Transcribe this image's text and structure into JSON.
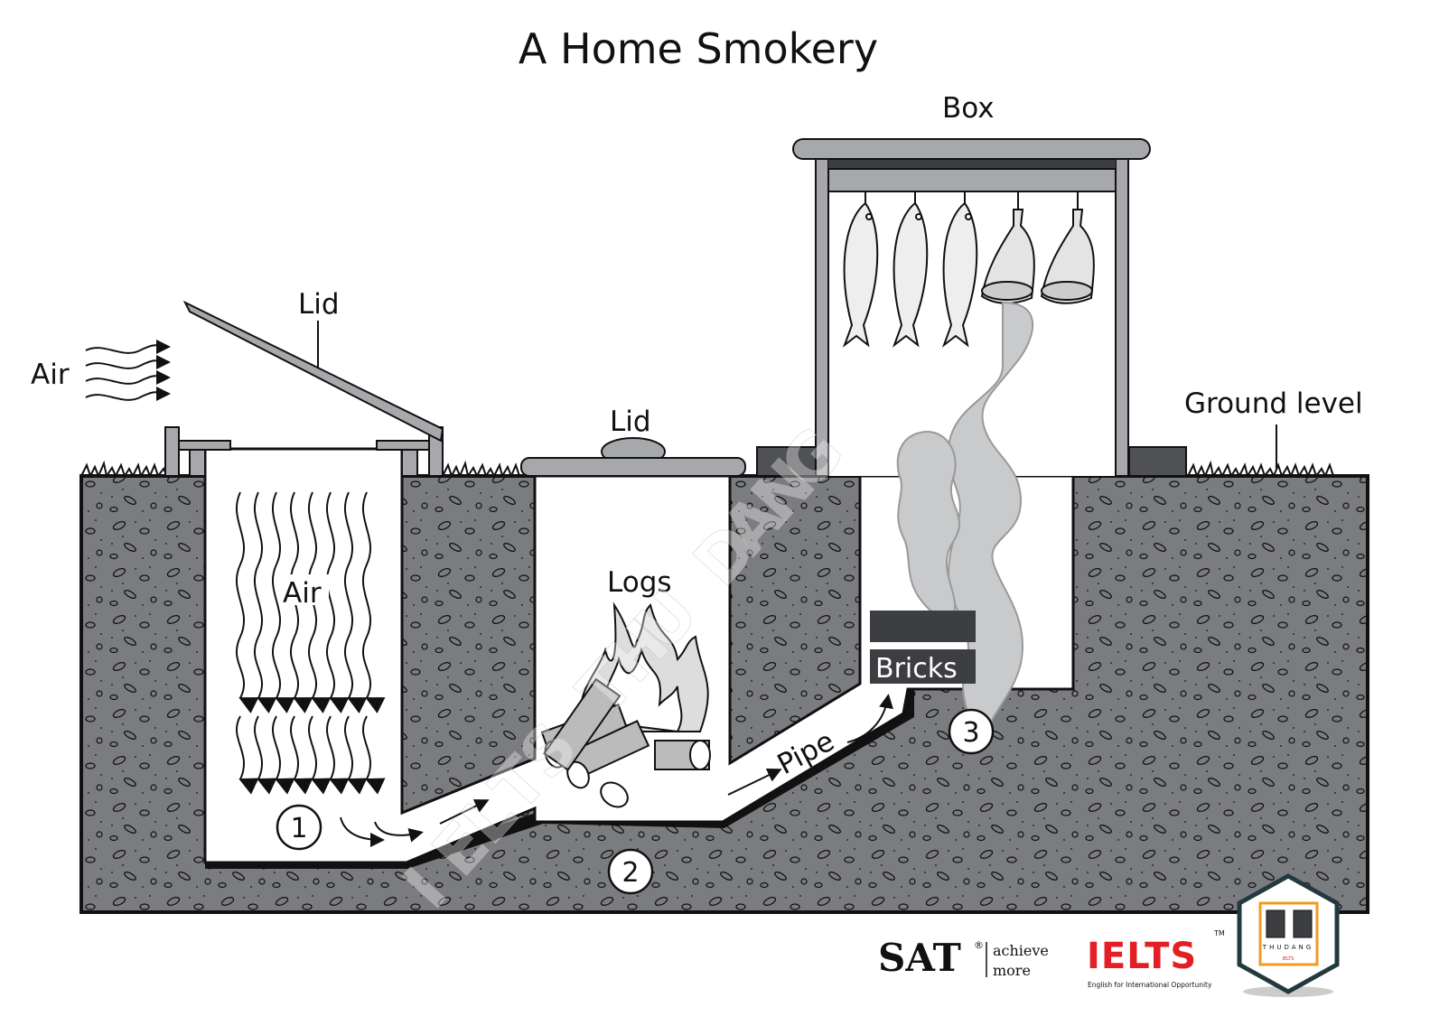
{
  "title": "A Home Smokery",
  "labels": {
    "box": "Box",
    "lid_left": "Lid",
    "lid_logs": "Lid",
    "air_outside": "Air",
    "air_chamber": "Air",
    "logs": "Logs",
    "pipe": "Pipe",
    "bricks": "Bricks",
    "ground_level": "Ground level"
  },
  "steps": [
    "1",
    "2",
    "3"
  ],
  "watermark": "IELTS THU DANG",
  "logos": {
    "sat": "SAT",
    "sat_mark": "®",
    "sat_tagline_1": "achieve",
    "sat_tagline_2": "more",
    "ielts": "IELTS",
    "ielts_tm": "TM",
    "ielts_tagline": "English for International Opportunity",
    "thudang": "THUDANG",
    "thudang_sub": "IELTS"
  },
  "colors": {
    "ground": "#7b7c7f",
    "metal": "#a7a8ab",
    "dark": "#3d3e41",
    "smoke": "#c9cacc",
    "ielts_red": "#e31e24",
    "thudang_orange": "#f39a1f",
    "thudang_border": "#23383f"
  }
}
